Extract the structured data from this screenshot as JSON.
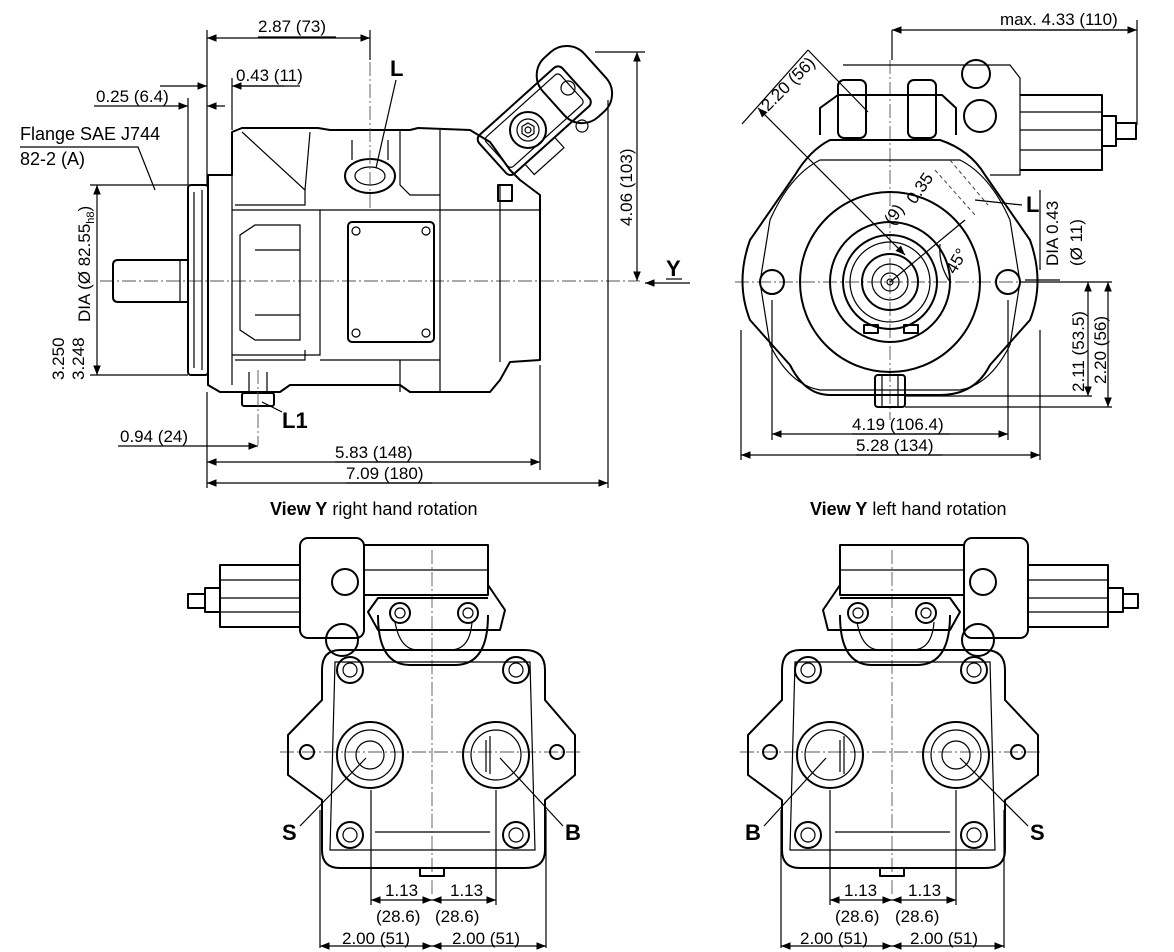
{
  "side_view": {
    "flange_line1": "Flange SAE J744",
    "flange_line2": "82-2 (A)",
    "dia_upper": "3.250",
    "dia_lower": "3.248",
    "dia_label": "DIA (Ø 82.55",
    "dia_sub": "h8",
    "dia_close": ")",
    "dim_287": "2.87 (73)",
    "dim_043": "0.43 (11)",
    "dim_025": "0.25 (6.4)",
    "dim_094": "0.94 (24)",
    "dim_583": "5.83 (148)",
    "dim_709": "7.09 (180)",
    "dim_406": "4.06 (103)",
    "port_L": "L",
    "port_L1": "L1",
    "view_arrow": "Y"
  },
  "front_view": {
    "dim_433": "max. 4.33 (110)",
    "dim_220": "2.20 (56)",
    "dim_035": "0.35",
    "dim_9": "(9)",
    "angle": "45°",
    "port_L": "L",
    "dia_043": "DIA 0.43",
    "dia_11": "(Ø 11)",
    "dim_211": "2.11 (53.5)",
    "dim_220v": "2.20 (56)",
    "dim_419": "4.19 (106.4)",
    "dim_528": "5.28 (134)"
  },
  "view_right": {
    "title_bold": "View Y",
    "title_rest": " right hand rotation",
    "port_S": "S",
    "port_B": "B",
    "dim_113a": "1.13",
    "dim_113b": "1.13",
    "dim_286a": "(28.6)",
    "dim_286b": "(28.6)",
    "dim_200a": "2.00 (51)",
    "dim_200b": "2.00 (51)"
  },
  "view_left": {
    "title_bold": "View Y",
    "title_rest": " left hand rotation",
    "port_B": "B",
    "port_S": "S",
    "dim_113a": "1.13",
    "dim_113b": "1.13",
    "dim_286a": "(28.6)",
    "dim_286b": "(28.6)",
    "dim_200a": "2.00 (51)",
    "dim_200b": "2.00 (51)"
  }
}
